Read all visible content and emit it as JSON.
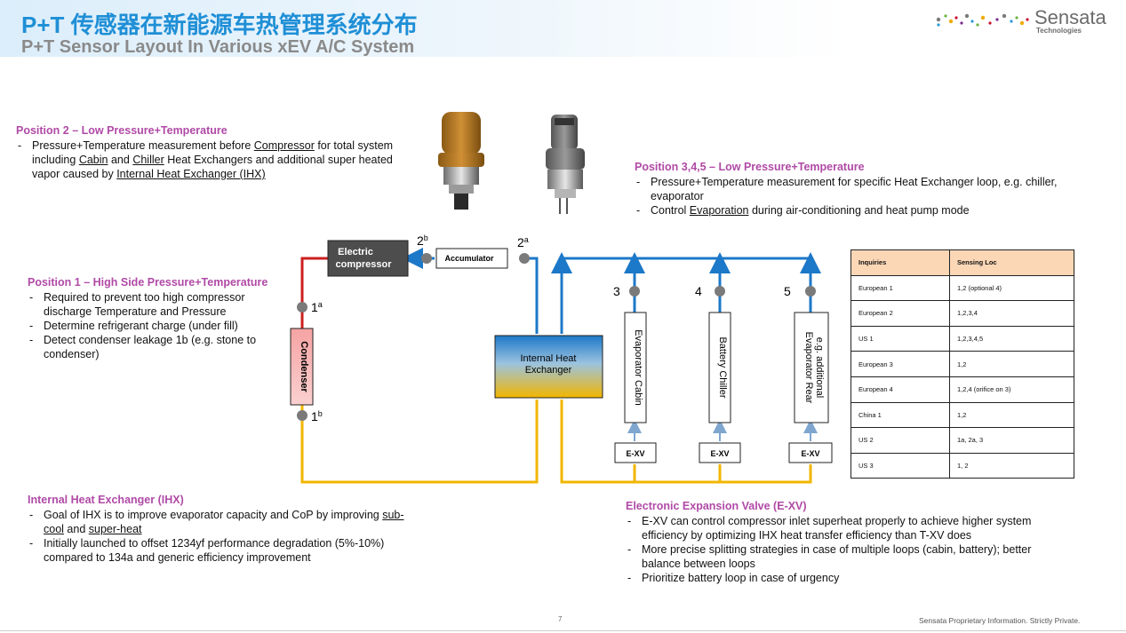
{
  "header": {
    "title_cn": "P+T 传感器在新能源车热管理系统分布",
    "title_en": "P+T Sensor Layout In Various xEV A/C System",
    "logo_name": "Sensata",
    "logo_sub": "Technologies",
    "logo_dot_colors": [
      "#7a7a7a",
      "#2b9bd8",
      "#6cb33f",
      "#f2a900",
      "#c8102e",
      "#7a2d8f"
    ]
  },
  "pos2": {
    "title": "Position 2 – Low Pressure+Temperature",
    "b1": [
      "Pressure+Temperature measurement before ",
      "Compressor",
      " for total system including ",
      "Cabin",
      " and ",
      "Chiller",
      " Heat Exchangers and additional super heated vapor caused by ",
      "Internal Heat Exchanger (IHX)"
    ]
  },
  "pos345": {
    "title": "Position 3,4,5 – Low Pressure+Temperature",
    "b1": "Pressure+Temperature measurement for specific Heat Exchanger loop, e.g. chiller, evaporator",
    "b2": [
      "Control ",
      "Evaporation",
      " during air-conditioning and heat pump mode"
    ]
  },
  "pos1": {
    "title": "Position 1 – High Side Pressure+Temperature",
    "b1": "Required to prevent too high compressor discharge Temperature and Pressure",
    "b2": "Determine refrigerant charge (under fill)",
    "b3": "Detect condenser leakage 1b (e.g. stone to condenser)"
  },
  "ihx": {
    "title": "Internal Heat Exchanger (IHX)",
    "b1": [
      "Goal of IHX is to improve evaporator capacity and CoP by improving ",
      "sub-cool",
      " and ",
      "super-heat"
    ],
    "b2": "Initially launched to offset 1234yf performance degradation (5%-10%) compared to 134a and generic efficiency improvement"
  },
  "exv": {
    "title": "Electronic Expansion Valve (E-XV)",
    "b1": "E-XV can control compressor inlet superheat properly to achieve higher system efficiency by optimizing IHX heat transfer efficiency than T-XV does",
    "b2": "More precise splitting strategies in case of multiple loops (cabin, battery); better balance between loops",
    "b3": "Prioritize battery loop in case of urgency"
  },
  "diagram": {
    "compressor": [
      "Electric",
      "compressor"
    ],
    "accumulator": "Accumulator",
    "condenser": "Condenser",
    "ihx": [
      "Internal Heat",
      "Exchanger"
    ],
    "evap_cabin": "Evaporator Cabin",
    "battery_chiller": "Battery Chiller",
    "evap_rear": [
      "e.g. additional",
      "Evaporator Rear"
    ],
    "exv_label": "E-XV",
    "labels": {
      "p1a": "1",
      "p1a_sup": "a",
      "p1b": "1",
      "p1b_sup": "b",
      "p2a": "2",
      "p2a_sup": "a",
      "p2b": "2",
      "p2b_sup": "b",
      "p3": "3",
      "p4": "4",
      "p5": "5"
    },
    "colors": {
      "high": "#cc1f1f",
      "low": "#1c78c8",
      "liquid": "#f2b600",
      "sensor": "#7a7a7a"
    }
  },
  "table": {
    "headers": [
      "Inquiries",
      "Sensing Loc"
    ],
    "rows": [
      [
        "European 1",
        "1,2 (optional 4)"
      ],
      [
        "European 2",
        "1,2,3,4"
      ],
      [
        "US 1",
        "1,2,3,4,5"
      ],
      [
        "European 3",
        "1,2"
      ],
      [
        "European 4",
        "1,2,4 (orifice on 3)"
      ],
      [
        "China 1",
        "1,2"
      ],
      [
        "US 2",
        "1a, 2a, 3"
      ],
      [
        "US 3",
        "1, 2"
      ]
    ]
  },
  "footer": {
    "page": "7",
    "text": "Sensata Proprietary Information. Strictly Private."
  }
}
